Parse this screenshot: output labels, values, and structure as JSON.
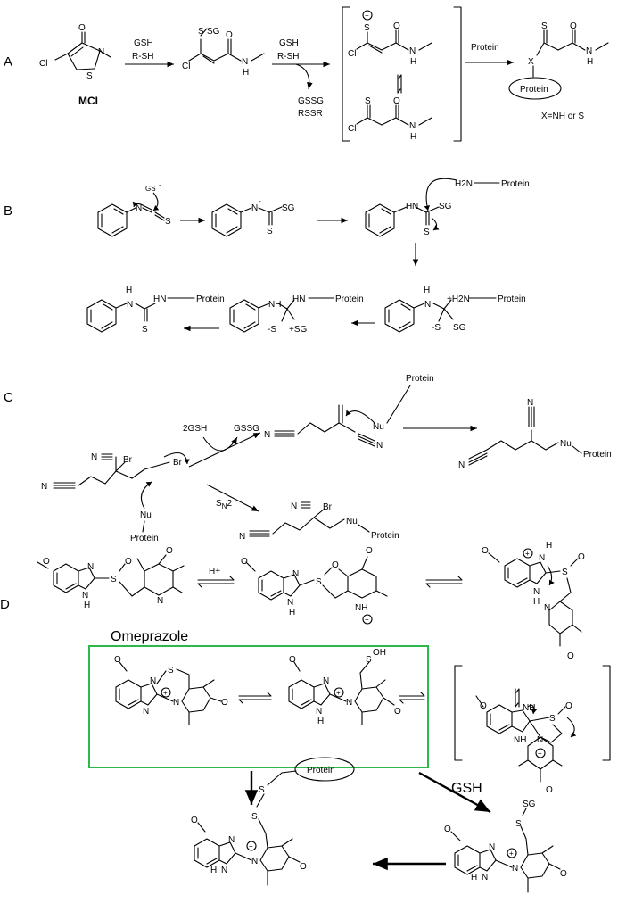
{
  "panels": {
    "a": {
      "label": "A",
      "mci": "MCI",
      "step1_reagents": [
        "GSH",
        "R-SH"
      ],
      "step2_reagents": [
        "GSH",
        "R-SH"
      ],
      "byproducts": [
        "GSSG",
        "RSSR"
      ],
      "protein_arrow": "Protein",
      "protein_oval": "Protein",
      "x_note": "X=NH or S",
      "atoms": {
        "O": "O",
        "N": "N",
        "S": "S",
        "Cl": "Cl",
        "SG": "SG",
        "H": "H",
        "X": "X",
        "minus": "⊖"
      }
    },
    "b": {
      "label": "B",
      "gs": "GS",
      "protein_amine": "H2N",
      "protein": "Protein",
      "atoms": {
        "N": "N",
        "S": "S",
        "SG": "SG",
        "H": "H",
        "HN": "HN",
        "H2N_plus": "+H2N",
        "S_minus": "-S",
        "plus_SG": "+SG"
      }
    },
    "c": {
      "label": "C",
      "reagent_2gsh": "2GSH",
      "byproduct_gssg": "GSSG",
      "sn2": "SN2",
      "protein": "Protein",
      "nu": "Nu",
      "atoms": {
        "N": "N",
        "Br": "Br"
      }
    },
    "d": {
      "label": "D",
      "omeprazole": "Omeprazole",
      "h_plus": "H+",
      "gsh": "GSH",
      "protein": "Protein",
      "atoms": {
        "N": "N",
        "H": "H",
        "S": "S",
        "O": "O",
        "OH": "OH",
        "SG": "SG",
        "plus": "⊕"
      }
    }
  },
  "colors": {
    "box_border": "#2db84c"
  }
}
